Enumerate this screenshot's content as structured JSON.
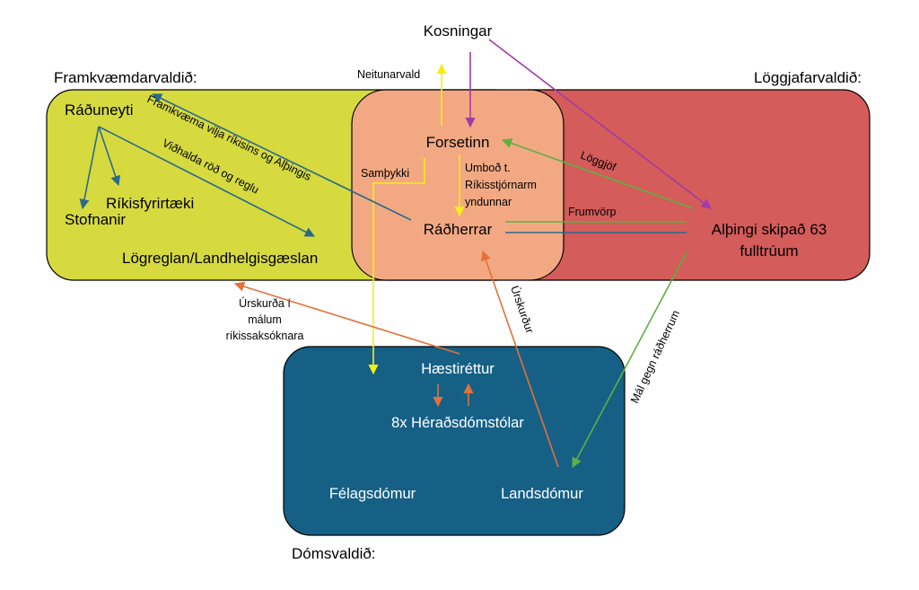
{
  "colors": {
    "executive": "#d6da3f",
    "legislative": "#d45c5a",
    "president": "#f2a983",
    "judicial": "#166086",
    "yellow_arrow": "#f4ee17",
    "purple_arrow": "#a33aa6",
    "green_arrow": "#5fb043",
    "blue_arrow": "#2a6a8c",
    "orange_arrow": "#e2713a"
  },
  "regions": {
    "executive": "Framkvæmdarvaldið:",
    "legislative": "Löggjafarvaldið:",
    "judicial": "Dómsvaldið:"
  },
  "nodes": {
    "kosningar": "Kosningar",
    "forsetinn": "Forsetinn",
    "radherrar": "Ráðherrar",
    "althingi_line1": "Alþingi skipað 63",
    "althingi_line2": "fulltrúum",
    "raduneyti": "Ráðuneyti",
    "rikisfyrirtaeki": "Ríkisfyrirtæki",
    "stofnanir": "Stofnanir",
    "logreglan": "Lögreglan/Landhelgisgæslan",
    "haestirettur": "Hæstiréttur",
    "heradsdomstolar": "8x Héraðsdómstólar",
    "felagsdomur": "Félagsdómur",
    "landsdomur": "Landsdómur"
  },
  "edges": {
    "neitunarvald": "Neitunarvald",
    "sampykki": "Samþykki",
    "umbod_line1": "Umboð t.",
    "umbod_line2": "Ríkisstjórnarm",
    "umbod_line3": "yndunnar",
    "loggjof": "Löggjöf",
    "frumvorp": "Frumvörp",
    "framkvaema": "Framkvæma vilja ríkisins og Alþingis",
    "vidhalda": "Viðhalda röð og reglu",
    "urskurda_line1": "Úrskurða í",
    "urskurda_line2": "málum",
    "urskurda_line3": "ríkissaksóknara",
    "urskurdur": "Úrskurður",
    "mal_gegn": "Mál gegn ráðherrum"
  }
}
